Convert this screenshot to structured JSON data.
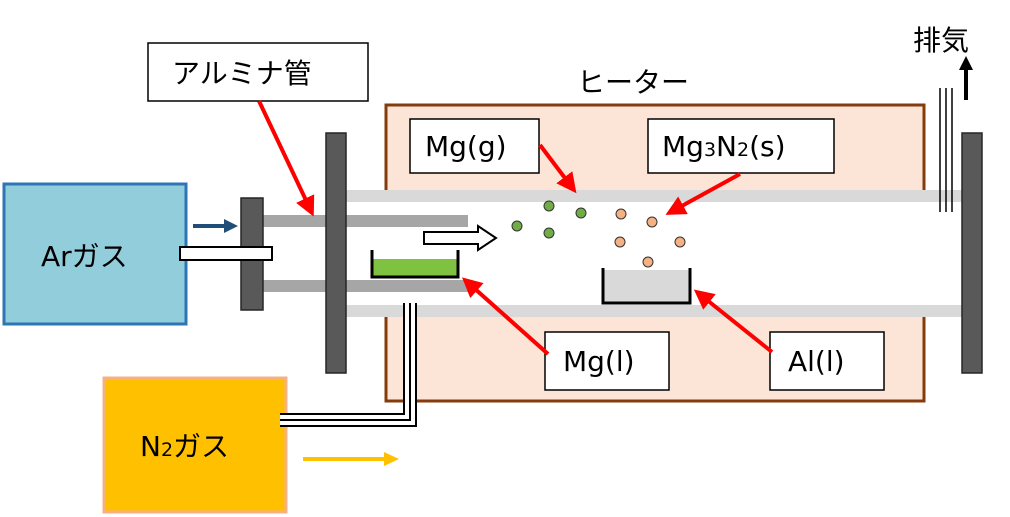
{
  "labels": {
    "heater": "ヒーター",
    "exhaust": "排気",
    "alumina_tube": "アルミナ管",
    "mg_gas": "Mg(g)",
    "mg3n2": {
      "a": "Mg",
      "sub1": "3",
      "b": "N",
      "sub2": "2",
      "c": "(s)"
    },
    "mg_liquid": "Mg(l)",
    "al_liquid": "Al(l)",
    "ar_gas": {
      "a": "Ar",
      "b": "ガス"
    },
    "n2_gas": {
      "a": "N",
      "sub": "2",
      "b": "ガス"
    }
  },
  "colors": {
    "heater_fill": "#fce4d6",
    "heater_border": "#843c0c",
    "ar_box_fill": "#92cddc",
    "ar_box_border": "#2e75b6",
    "n2_box_fill": "#ffc000",
    "n2_box_border": "#f4b183",
    "flange": "#595959",
    "tube_gray": "#a6a6a6",
    "furnace_tube": "#d9d9d9",
    "arrow_red": "#ff0000",
    "arrow_blue": "#1f4e79",
    "arrow_yellow": "#ffc000",
    "mg_liquid": "#7fc241",
    "al_liquid": "#d9d9d9",
    "particle_green": "#70ad47",
    "particle_orange": "#f4b183"
  }
}
